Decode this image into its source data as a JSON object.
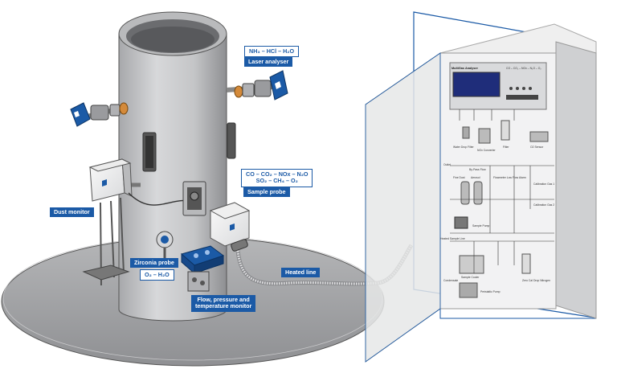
{
  "labels": {
    "laser_gases": "NH₃ – HCl – H₂O",
    "laser_analyser": "Laser analyser",
    "sample_gases_1": "CO – CO₂ – NOx – N₂O",
    "sample_gases_2": "SO₂ – CH₄ – O₂",
    "sample_probe": "Sample probe",
    "dust_monitor": "Dust monitor",
    "zirconia_probe": "Zirconia probe",
    "zirconia_gases": "O₂ – H₂O",
    "heated_line": "Heated line",
    "flow_monitor_1": "Flow, pressure and",
    "flow_monitor_2": "temperature monitor"
  },
  "cabinet": {
    "analyser_title": "MultiGas Analyser",
    "analyser_gases": "CO – CO₂ – NOx – N₂O – O₂",
    "filter": "Filter",
    "water_drop_filter": "Water Drop Filter",
    "gas_converter": "NOx Converter",
    "o2_sensor": "O2 Sensor",
    "bypass_flow": "By-Pass Flow",
    "flowmeter": "Flowmeter Low Flow Alarm",
    "fine_dust": "Fine Dust",
    "aerosol": "Aerosol",
    "sample_pump": "Sample Pump",
    "heated_sample_line": "Heated Sample Line",
    "sample_cooler": "Sample Cooler",
    "peristaltic_pump": "Peristaltic Pump",
    "zero_cal": "Zero Cal Drop Nitrogen",
    "cal_gas_1": "Calibration Gas 1",
    "cal_gas_2": "Calibration Gas 2",
    "outlet": "Outlet",
    "condensate": "Condensate"
  },
  "colors": {
    "accent": "#1b5aa6",
    "stack_gray": "#c9cacc",
    "platform_gray": "#a8a9ab"
  },
  "icons": [
    "laser-emitter-icon",
    "laser-receiver-icon",
    "dust-monitor-icon",
    "sample-probe-icon",
    "zirconia-probe-icon",
    "flow-monitor-icon",
    "cabinet-icon"
  ]
}
